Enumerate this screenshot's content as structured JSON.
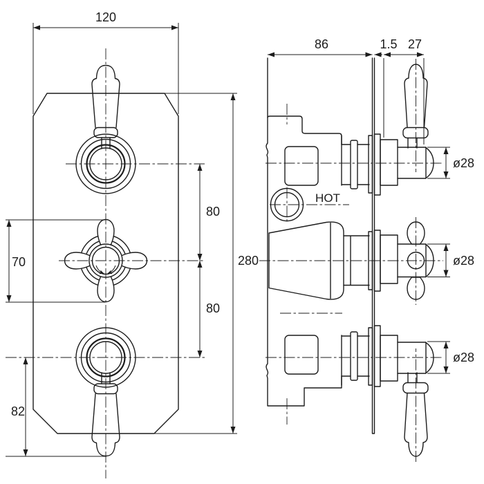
{
  "drawing": {
    "type": "technical-drawing",
    "subject": "triple-control concealed valve, front and side elevation",
    "front_view": {
      "plate_width": "120",
      "upper_spacing": "80",
      "lower_spacing": "80",
      "cross_handle_span": "70",
      "lever_drop": "82",
      "plate_height": "280"
    },
    "side_view": {
      "body_depth": "86",
      "plate_thickness": "1.5",
      "handle_projection": "27",
      "hot_port": "HOT",
      "spindle_diameters": [
        "ø28",
        "ø28",
        "ø28"
      ]
    },
    "colors": {
      "line": "#1c1c1c",
      "background": "#ffffff"
    }
  }
}
